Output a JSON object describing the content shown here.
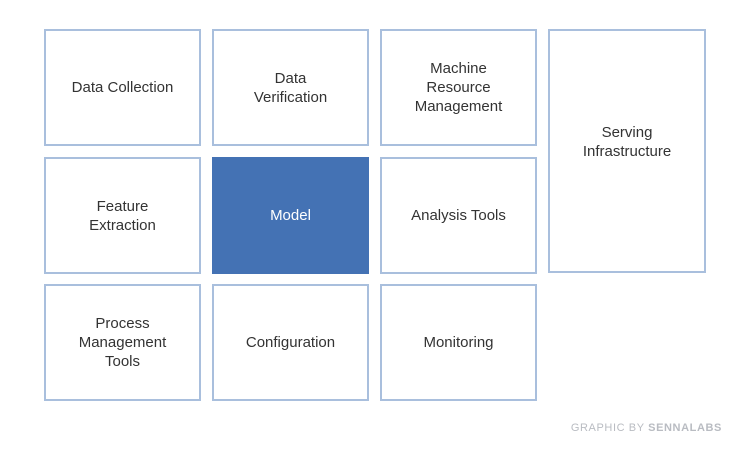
{
  "diagram": {
    "boxes": [
      {
        "id": "data-collection",
        "label": "Data Collection"
      },
      {
        "id": "data-verification",
        "label": "Data\nVerification"
      },
      {
        "id": "machine-resource-management",
        "label": "Machine\nResource\nManagement"
      },
      {
        "id": "serving-infrastructure",
        "label": "Serving\nInfrastructure"
      },
      {
        "id": "feature-extraction",
        "label": "Feature\nExtraction"
      },
      {
        "id": "model",
        "label": "Model"
      },
      {
        "id": "analysis-tools",
        "label": "Analysis Tools"
      },
      {
        "id": "process-management-tools",
        "label": "Process\nManagement\nTools"
      },
      {
        "id": "configuration",
        "label": "Configuration"
      },
      {
        "id": "monitoring",
        "label": "Monitoring"
      }
    ],
    "highlight_color": "#4472b4",
    "border_color": "#a9bfdd"
  },
  "credit": {
    "prefix": "GRAPHIC BY",
    "brand": "SENNALABS"
  }
}
